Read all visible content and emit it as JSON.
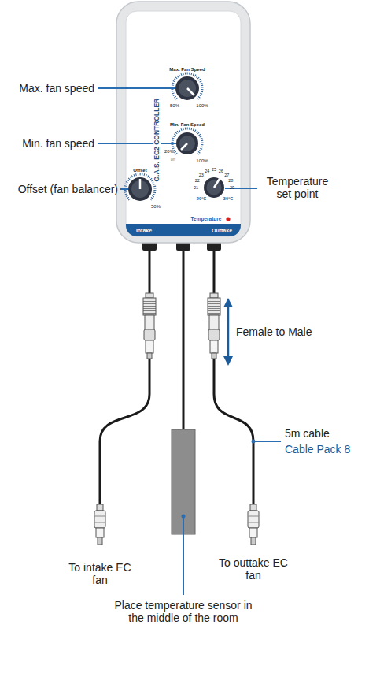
{
  "diagram": {
    "nodes": [
      {
        "text": [
          "G.A.S. EC2 CONTROLLER"
        ]
      }
    ],
    "labels": [
      "Max. fan speed",
      "Min. fan speed",
      "Offset (fan balancer)",
      "Temperature set point",
      "Max. Fan Speed",
      "50%",
      "100%",
      "Min. Fan Speed",
      "20%",
      "off",
      "100%",
      "Offset",
      "50%",
      "24",
      "25",
      "26",
      "23",
      "27",
      "22",
      "28",
      "21",
      "29",
      "20°C",
      "30°C",
      "Temperature",
      "Intake",
      "Outtake",
      "Female to Male",
      "5m cable",
      "Cable Pack 8",
      "To intake EC fan",
      "To outtake EC fan",
      "Place temperature sensor in the middle of the room"
    ]
  }
}
